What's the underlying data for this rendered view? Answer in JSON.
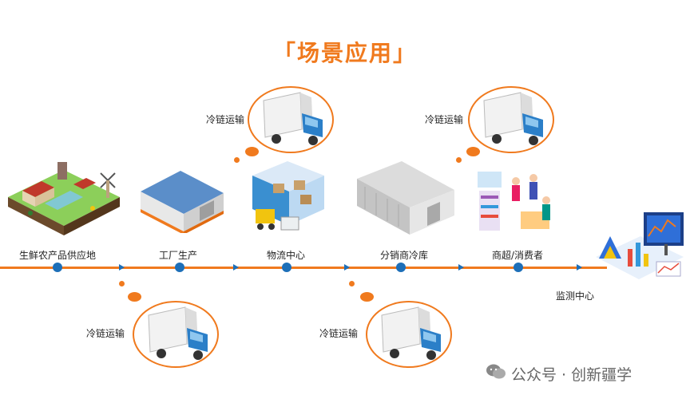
{
  "title": "「场景应用」",
  "nodes": [
    {
      "label": "生鲜农产品供应地"
    },
    {
      "label": "工厂生产"
    },
    {
      "label": "物流中心"
    },
    {
      "label": "分销商冷库"
    },
    {
      "label": "商超/消费者"
    },
    {
      "label": "监测中心"
    }
  ],
  "transport": [
    {
      "label": "冷链运输"
    },
    {
      "label": "冷链运输"
    },
    {
      "label": "冷链运输"
    },
    {
      "label": "冷链运输"
    }
  ],
  "watermark": "公众号 · 创新疆学",
  "colors": {
    "accent": "#f07a1e",
    "line": "#1d6fb8"
  }
}
